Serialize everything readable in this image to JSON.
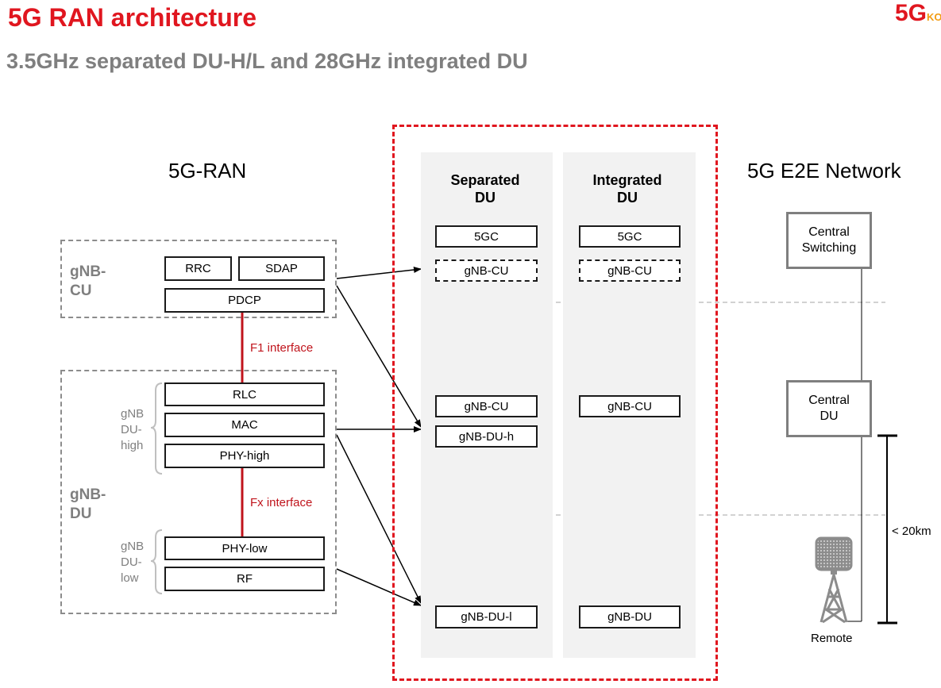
{
  "header": {
    "title": "5G RAN architecture",
    "subtitle": "3.5GHz separated DU-H/L and 28GHz integrated DU",
    "logo_text": "5G",
    "logo_suffix": "KO"
  },
  "ran": {
    "section_title": "5G-RAN",
    "cu_label_line1": "gNB-",
    "cu_label_line2": "CU",
    "du_label_line1": "gNB-",
    "du_label_line2": "DU",
    "du_high_label": [
      "gNB",
      "DU-",
      "high"
    ],
    "du_low_label": [
      "gNB",
      "DU-",
      "low"
    ],
    "blocks": {
      "rrc": "RRC",
      "sdap": "SDAP",
      "pdcp": "PDCP",
      "rlc": "RLC",
      "mac": "MAC",
      "phy_high": "PHY-high",
      "phy_low": "PHY-low",
      "rf": "RF"
    },
    "f1_interface": "F1 interface",
    "fx_interface": "Fx interface"
  },
  "columns": {
    "separated": {
      "title_line1": "Separated",
      "title_line2": "DU",
      "core": "5GC",
      "cu": "gNB-CU",
      "mid_cu": "gNB-CU",
      "du_h": "gNB-DU-h",
      "du_l": "gNB-DU-l"
    },
    "integrated": {
      "title_line1": "Integrated",
      "title_line2": "DU",
      "core": "5GC",
      "cu": "gNB-CU",
      "mid_cu": "gNB-CU",
      "du": "gNB-DU"
    }
  },
  "e2e": {
    "section_title": "5G E2E Network",
    "central_switching": [
      "Central",
      "Switching"
    ],
    "central_du": [
      "Central",
      "DU"
    ],
    "distance": "< 20km",
    "remote": "Remote"
  },
  "colors": {
    "brand_red": "#e0161f",
    "interface_red": "#c0141c",
    "grey_text": "#7f7f7f",
    "column_bg": "#f2f2f2"
  }
}
